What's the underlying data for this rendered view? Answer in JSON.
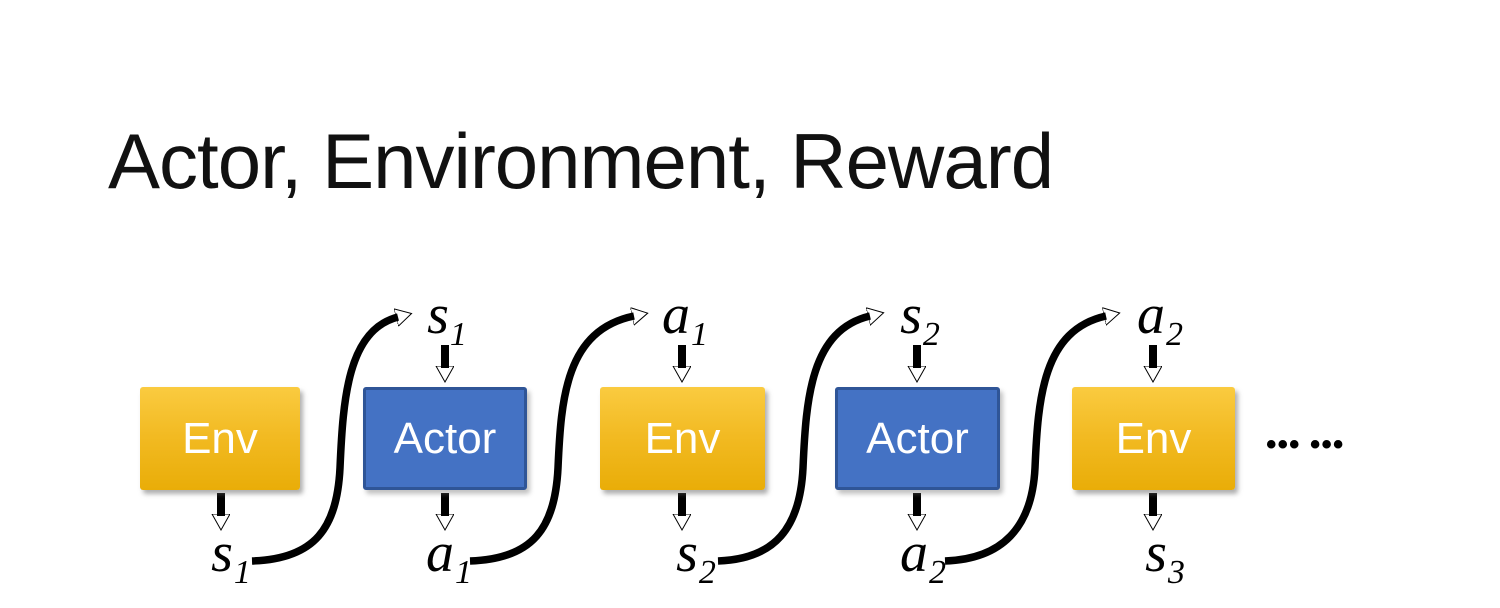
{
  "title": "Actor, Environment, Reward",
  "colors": {
    "background": "#FFFFFF",
    "title_text": "#111111",
    "env_gradient_top": "#FACB40",
    "env_gradient_bottom": "#E9AD08",
    "actor_fill": "#4472C4",
    "actor_border": "#2F5597",
    "box_text": "#FFFFFF",
    "arrow": "#000000"
  },
  "diagram": {
    "boxes": [
      {
        "label": "Env",
        "type": "env"
      },
      {
        "label": "Actor",
        "type": "actor"
      },
      {
        "label": "Env",
        "type": "env"
      },
      {
        "label": "Actor",
        "type": "actor"
      },
      {
        "label": "Env",
        "type": "env"
      }
    ],
    "top_labels": [
      {
        "base": "s",
        "sub": "1"
      },
      {
        "base": "a",
        "sub": "1"
      },
      {
        "base": "s",
        "sub": "2"
      },
      {
        "base": "a",
        "sub": "2"
      }
    ],
    "bottom_labels": [
      {
        "base": "s",
        "sub": "1"
      },
      {
        "base": "a",
        "sub": "1"
      },
      {
        "base": "s",
        "sub": "2"
      },
      {
        "base": "a",
        "sub": "2"
      },
      {
        "base": "s",
        "sub": "3"
      }
    ],
    "ellipsis": "••• •••"
  }
}
